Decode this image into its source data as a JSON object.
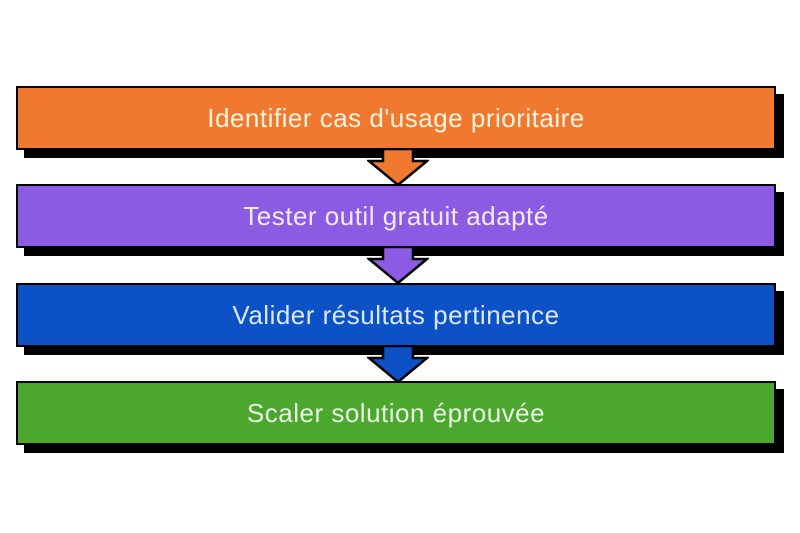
{
  "diagram": {
    "type": "process-flowchart",
    "background_color": "#ffffff",
    "outline_color": "#000000",
    "shadow_color": "#000000",
    "steps": [
      {
        "label": "Identifier cas d'usage prioritaire",
        "color": "#F0792F",
        "text_color": "#FDF3DF"
      },
      {
        "label": "Tester outil gratuit adapté",
        "color": "#8B5BE4",
        "text_color": "#F3EBFD"
      },
      {
        "label": "Valider résultats pertinence",
        "color": "#0C51C6",
        "text_color": "#D9E8FB"
      },
      {
        "label": "Scaler solution éprouvée",
        "color": "#4CA72F",
        "text_color": "#E8F5E3"
      }
    ],
    "connectors": [
      {
        "from_step": 1,
        "to_step": 2,
        "direction": "down",
        "color": "#F0792F"
      },
      {
        "from_step": 2,
        "to_step": 3,
        "direction": "down",
        "color": "#8B5BE4"
      },
      {
        "from_step": 3,
        "to_step": 4,
        "direction": "down",
        "color": "#0C51C6"
      }
    ]
  }
}
